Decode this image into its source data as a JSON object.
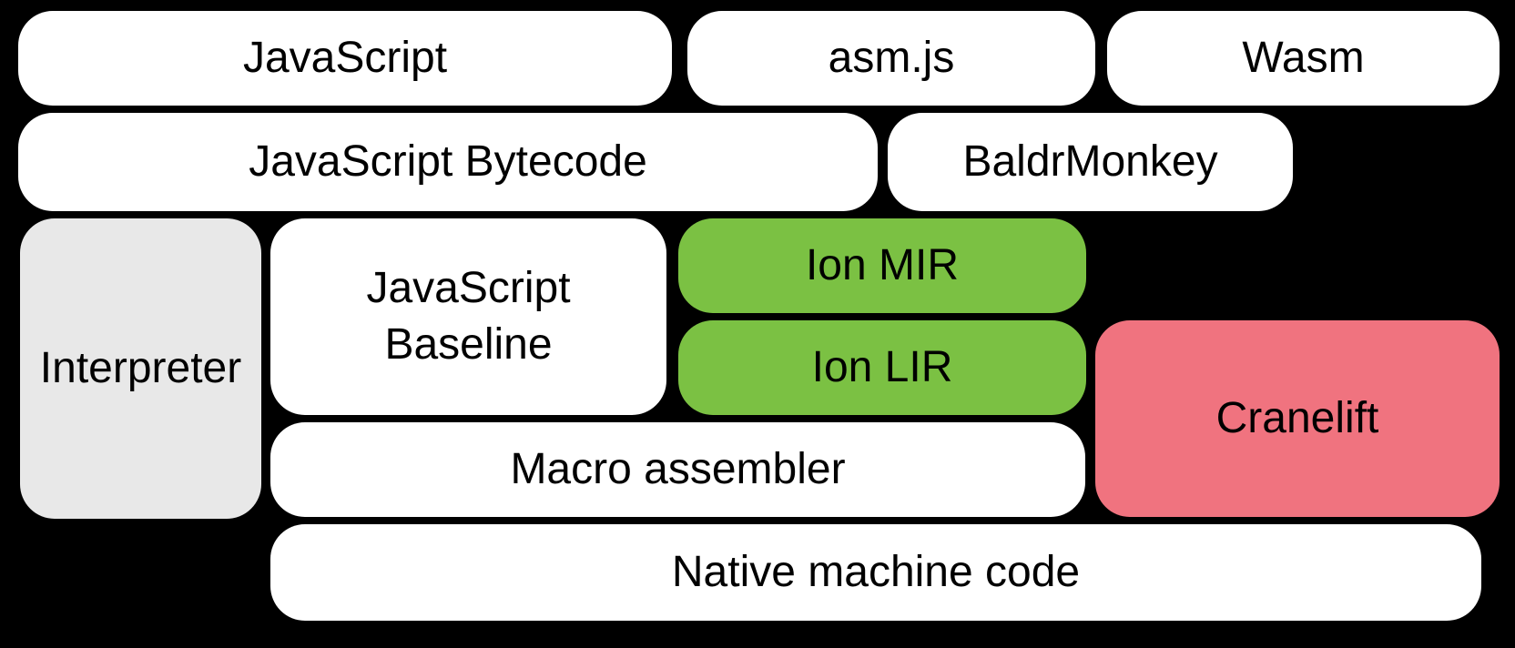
{
  "diagram": {
    "background": "#000000",
    "boxes": {
      "javascript": {
        "label": "JavaScript",
        "fill": "#FFFFFF"
      },
      "asmjs": {
        "label": "asm.js",
        "fill": "#FFFFFF"
      },
      "wasm": {
        "label": "Wasm",
        "fill": "#FFFFFF"
      },
      "bytecode": {
        "label": "JavaScript Bytecode",
        "fill": "#FFFFFF"
      },
      "baldrmonkey": {
        "label": "BaldrMonkey",
        "fill": "#FFFFFF"
      },
      "interpreter": {
        "label": "Interpreter",
        "fill": "#E8E8E8"
      },
      "baseline": {
        "label": "JavaScript Baseline",
        "fill": "#FFFFFF"
      },
      "ion_mir": {
        "label": "Ion MIR",
        "fill": "#7BC143"
      },
      "ion_lir": {
        "label": "Ion LIR",
        "fill": "#7BC143"
      },
      "cranelift": {
        "label": "Cranelift",
        "fill": "#F0737F"
      },
      "macro_assembler": {
        "label": "Macro assembler",
        "fill": "#FFFFFF"
      },
      "native_code": {
        "label": "Native machine code",
        "fill": "#FFFFFF"
      }
    },
    "colors": {
      "background": "#000000",
      "box_default": "#FFFFFF",
      "box_interpreter": "#E8E8E8",
      "box_ion": "#7BC143",
      "box_cranelift": "#F0737F",
      "text": "#000000"
    }
  }
}
